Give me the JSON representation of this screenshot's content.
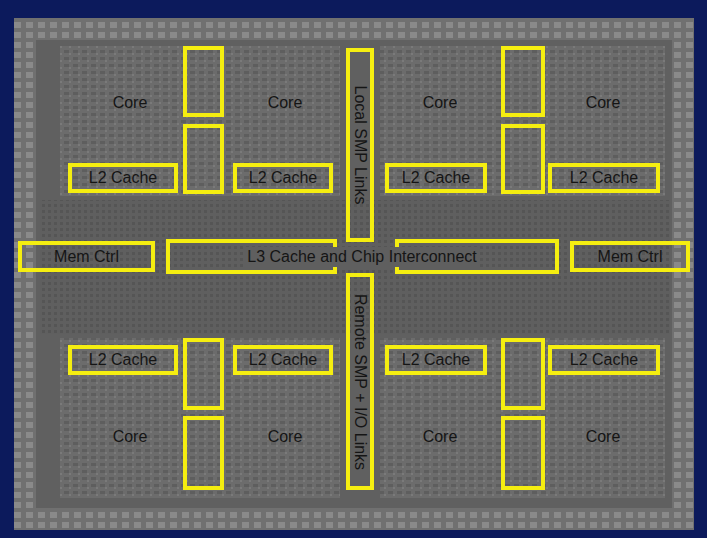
{
  "diagram": {
    "nodes": [
      {
        "text": [
          "Local SMP Links"
        ]
      },
      {
        "text": [
          "L2 Cache"
        ]
      },
      {
        "text": [
          "L2 Cache"
        ]
      },
      {
        "text": [
          "L2 Cache"
        ]
      },
      {
        "text": [
          "L2 Cache"
        ]
      },
      {
        "text": [
          "Mem Ctrl"
        ]
      },
      {
        "text": [
          "Mem Ctrl"
        ]
      },
      {
        "text": [
          "L2 Cache"
        ]
      },
      {
        "text": [
          "L2 Cache"
        ]
      },
      {
        "text": [
          "L2 Cache"
        ]
      },
      {
        "text": [
          "L2 Cache"
        ]
      },
      {
        "text": [
          "Remote SMP + I/O Links"
        ]
      }
    ],
    "labels": [
      "Core",
      "Core",
      "Core",
      "Core",
      "L3 Cache and Chip Interconnect",
      "Core",
      "Core",
      "Core",
      "Core"
    ]
  }
}
